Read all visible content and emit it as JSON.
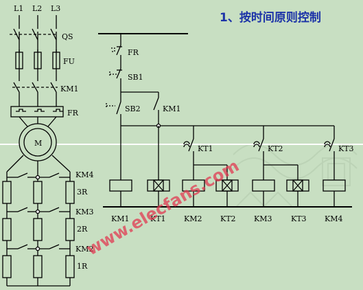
{
  "title": "1、按时间原则控制",
  "watermark": "www.elecfans.com",
  "power": {
    "phases": [
      "L1",
      "L2",
      "L3"
    ],
    "qs": "QS",
    "fu": "FU",
    "km1": "KM1",
    "fr": "FR",
    "motor": "M",
    "km4": "KM4",
    "km3": "KM3",
    "km2": "KM2",
    "r3": "3R",
    "r2": "2R",
    "r1": "1R"
  },
  "control": {
    "fr": "FR",
    "sb1": "SB1",
    "sb2": "SB2",
    "km1_contact": "KM1",
    "kt1": "KT1",
    "kt2": "KT2",
    "kt3": "KT3",
    "coils": [
      "KM1",
      "KT1",
      "KM2",
      "KT2",
      "KM3",
      "KT3",
      "KM4"
    ]
  },
  "colors": {
    "background": "#c8dfc2",
    "title": "#1c33a8",
    "watermark": "#e23a52",
    "line": "#000000"
  }
}
